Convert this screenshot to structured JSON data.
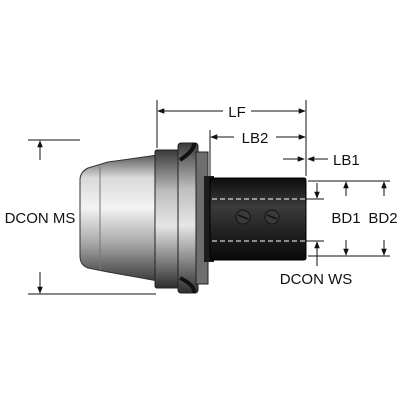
{
  "diagram": {
    "labels": {
      "lf": "LF",
      "lb2": "LB2",
      "lb1": "LB1",
      "dcon_ms": "DCON MS",
      "bd1": "BD1",
      "bd2": "BD2",
      "dcon_ws": "DCON WS"
    }
  }
}
